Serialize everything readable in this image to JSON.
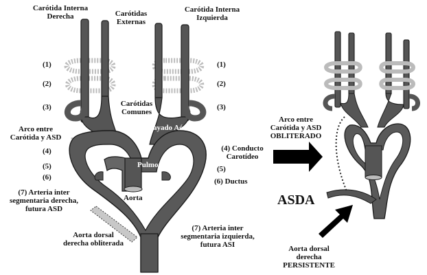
{
  "labels": {
    "carotida_interna_derecha": [
      "Carótida Interna",
      "Derecha"
    ],
    "carotidas_externas": [
      "Carótidas",
      "Externas"
    ],
    "carotida_interna_izquierda": [
      "Carótida Interna",
      "Izquierda"
    ],
    "arch1_left": "(1)",
    "arch2_left": "(2)",
    "arch3_left": "(3)",
    "arch1_right": "(1)",
    "arch2_right": "(2)",
    "arch3_right": "(3)",
    "carotidas_comunes": [
      "Carótidas",
      "Comunes"
    ],
    "cayado_aortico": "Cayado Aórtico",
    "arco_carotida_asd": [
      "Arco entre",
      "Carótida y ASD"
    ],
    "arch4_left": "(4)",
    "arch5_left": "(5)",
    "arch6_left": "(6)",
    "conducto_carotideo": [
      "(4) Conducto",
      "Carotídeo"
    ],
    "arch5_right": "(5)",
    "ductus": "(6) Ductus",
    "pulmonar": "Pulmonar",
    "aorta": "Aorta",
    "arteria_intersegmentaria_derecha": [
      "(7) Arteria inter",
      "segmentaria derecha,",
      "futura ASD"
    ],
    "aorta_dorsal_derecha_obliterada": [
      "Aorta dorsal",
      "derecha obliterada"
    ],
    "arteria_intersegmentaria_izquierda": [
      "(7) Arteria inter",
      "segmentaria izquierda,",
      "futura ASI"
    ],
    "arco_carotida_asd_obliterado": [
      "Arco entre",
      "Carótida y ASD",
      "OBLITERADO"
    ],
    "asda": "ASDA",
    "aorta_dorsal_derecha_persistente": [
      "Aorta dorsal",
      "derecha",
      "PERSISTENTE"
    ]
  },
  "colors": {
    "vessel": "#555555",
    "vessel_outline": "#1a1a1a",
    "regressed_vessel": "#c8c8c8",
    "arrow": "#000000"
  }
}
